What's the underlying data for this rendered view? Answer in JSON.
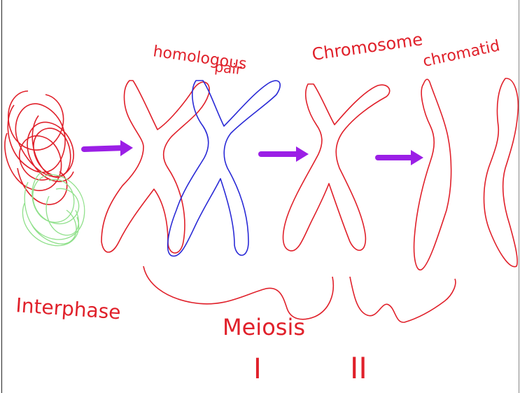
{
  "labels": {
    "homologous_line1": "homologous",
    "homologous_line2": "pair",
    "chromosome": "Chromosome",
    "chromatid": "chromatid",
    "interphase": "Interphase",
    "meiosis": "Meiosis",
    "meiosis_one": "I",
    "meiosis_two": "II"
  },
  "colors": {
    "red_ink": "#e0202a",
    "blue_ink": "#2a2ad6",
    "green_ink": "#8fe08a",
    "purple_arrow": "#9b1fe6"
  },
  "icons": {
    "arrow": "arrow-right-icon"
  }
}
